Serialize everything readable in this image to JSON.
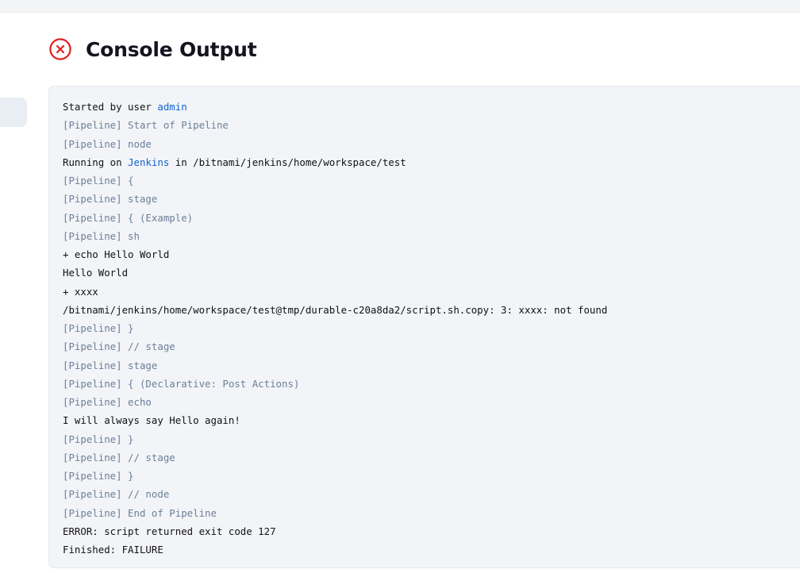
{
  "page": {
    "title": "Console Output",
    "status_icon": "error-circle-x-icon",
    "status_color": "#e0201c"
  },
  "console": {
    "lines": [
      {
        "kind": "output",
        "parts": [
          {
            "text": "Started by user "
          },
          {
            "text": "admin",
            "link": true
          }
        ]
      },
      {
        "kind": "pipeline",
        "parts": [
          {
            "text": "[Pipeline] Start of Pipeline"
          }
        ]
      },
      {
        "kind": "pipeline",
        "parts": [
          {
            "text": "[Pipeline] node"
          }
        ]
      },
      {
        "kind": "output",
        "parts": [
          {
            "text": "Running on "
          },
          {
            "text": "Jenkins",
            "link": true
          },
          {
            "text": " in /bitnami/jenkins/home/workspace/test"
          }
        ]
      },
      {
        "kind": "pipeline",
        "parts": [
          {
            "text": "[Pipeline] {"
          }
        ]
      },
      {
        "kind": "pipeline",
        "parts": [
          {
            "text": "[Pipeline] stage"
          }
        ]
      },
      {
        "kind": "pipeline",
        "parts": [
          {
            "text": "[Pipeline] { (Example)"
          }
        ]
      },
      {
        "kind": "pipeline",
        "parts": [
          {
            "text": "[Pipeline] sh"
          }
        ]
      },
      {
        "kind": "output",
        "parts": [
          {
            "text": "+ echo Hello World"
          }
        ]
      },
      {
        "kind": "output",
        "parts": [
          {
            "text": "Hello World"
          }
        ]
      },
      {
        "kind": "output",
        "parts": [
          {
            "text": "+ xxxx"
          }
        ]
      },
      {
        "kind": "output",
        "parts": [
          {
            "text": "/bitnami/jenkins/home/workspace/test@tmp/durable-c20a8da2/script.sh.copy: 3: xxxx: not found"
          }
        ]
      },
      {
        "kind": "pipeline",
        "parts": [
          {
            "text": "[Pipeline] }"
          }
        ]
      },
      {
        "kind": "pipeline",
        "parts": [
          {
            "text": "[Pipeline] // stage"
          }
        ]
      },
      {
        "kind": "pipeline",
        "parts": [
          {
            "text": "[Pipeline] stage"
          }
        ]
      },
      {
        "kind": "pipeline",
        "parts": [
          {
            "text": "[Pipeline] { (Declarative: Post Actions)"
          }
        ]
      },
      {
        "kind": "pipeline",
        "parts": [
          {
            "text": "[Pipeline] echo"
          }
        ]
      },
      {
        "kind": "output",
        "parts": [
          {
            "text": "I will always say Hello again!"
          }
        ]
      },
      {
        "kind": "pipeline",
        "parts": [
          {
            "text": "[Pipeline] }"
          }
        ]
      },
      {
        "kind": "pipeline",
        "parts": [
          {
            "text": "[Pipeline] // stage"
          }
        ]
      },
      {
        "kind": "pipeline",
        "parts": [
          {
            "text": "[Pipeline] }"
          }
        ]
      },
      {
        "kind": "pipeline",
        "parts": [
          {
            "text": "[Pipeline] // node"
          }
        ]
      },
      {
        "kind": "pipeline",
        "parts": [
          {
            "text": "[Pipeline] End of Pipeline"
          }
        ]
      },
      {
        "kind": "output",
        "parts": [
          {
            "text": "ERROR: script returned exit code 127"
          }
        ]
      },
      {
        "kind": "output",
        "parts": [
          {
            "text": "Finished: FAILURE"
          }
        ]
      }
    ]
  },
  "colors": {
    "pipeline_text": "#6c7f9a",
    "link": "#1265d3",
    "console_background": "#f2f4f7"
  }
}
